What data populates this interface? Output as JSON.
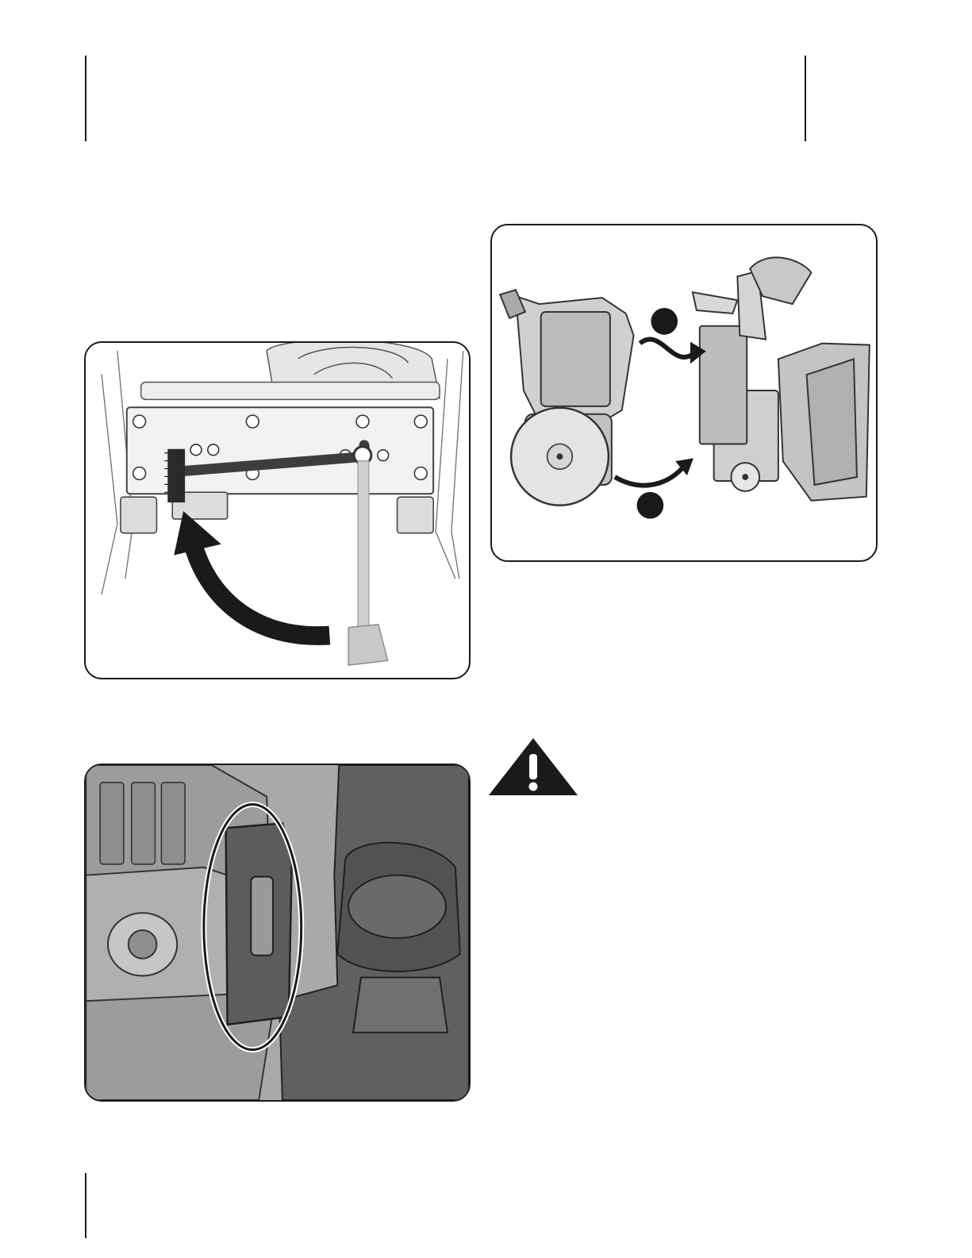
{
  "page": {
    "background": "#ffffff",
    "ink": "#1a1a1a",
    "panel_grey": "#a9a9a9",
    "dark_grey": "#606060"
  },
  "figures": [
    {
      "id": "chute-rod-figure",
      "icons": [
        "arrow-icon",
        "brush-icon",
        "crank-rod-icon"
      ]
    },
    {
      "id": "engine-housing-figure",
      "icons": [
        "arrow-icon",
        "numbered-callout-icon"
      ]
    },
    {
      "id": "chute-detail-figure",
      "icons": [
        "highlight-ellipse-icon"
      ]
    }
  ],
  "warning": {
    "icon": "warning-triangle-icon"
  }
}
